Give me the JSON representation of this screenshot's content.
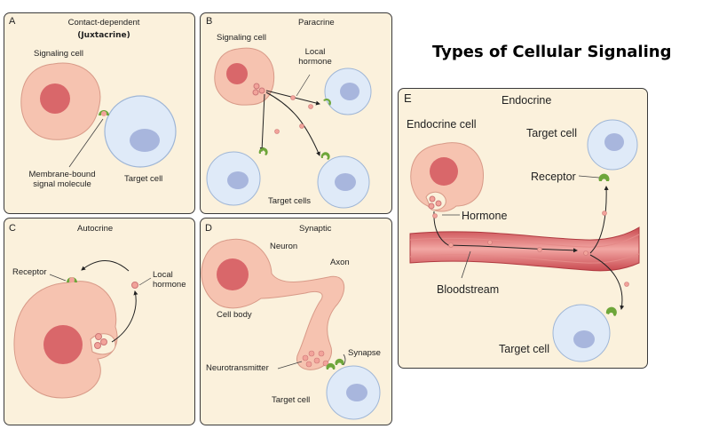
{
  "title": "Types of Cellular Signaling",
  "panels": {
    "a": {
      "letter": "A",
      "heading": "Contact-dependent",
      "subheading": "(Juxtacrine)",
      "signaling_cell": "Signaling cell",
      "molecule": "Membrane-bound\nsignal molecule",
      "target": "Target cell"
    },
    "b": {
      "letter": "B",
      "heading": "Paracrine",
      "signaling_cell": "Signaling cell",
      "local_hormone": "Local\nhormone",
      "target_cells": "Target cells"
    },
    "c": {
      "letter": "C",
      "heading": "Autocrine",
      "receptor": "Receptor",
      "local_hormone": "Local\nhormone"
    },
    "d": {
      "letter": "D",
      "heading": "Synaptic",
      "neuron": "Neuron",
      "axon": "Axon",
      "cell_body": "Cell body",
      "synapse": "Synapse",
      "neurotransmitter": "Neurotransmitter",
      "target": "Target cell"
    },
    "e": {
      "letter": "E",
      "heading": "Endocrine",
      "endocrine_cell": "Endocrine cell",
      "target_top": "Target cell",
      "receptor": "Receptor",
      "hormone": "Hormone",
      "bloodstream": "Bloodstream",
      "target_bottom": "Target cell"
    }
  },
  "colors": {
    "panel_bg": "#fbf1dc",
    "signaling_cell": "#f6c3b0",
    "nucleus_red": "#d9676a",
    "target_cell": "#dfeaf8",
    "nucleus_blue": "#a8b6dd",
    "receptor": "#6ea63a",
    "vessel": "#d8585c"
  }
}
